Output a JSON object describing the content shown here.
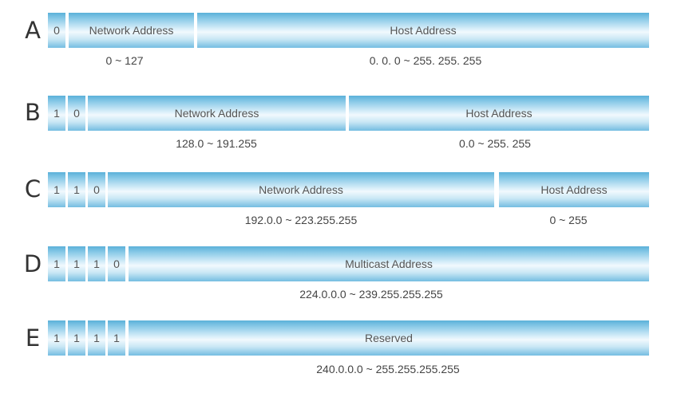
{
  "classes": [
    {
      "letter": "A",
      "segments": [
        {
          "kind": "bit",
          "label": "0"
        },
        {
          "kind": "field",
          "label": "Network Address"
        },
        {
          "kind": "field",
          "label": "Host Address"
        }
      ],
      "ranges": [
        "0 ~ 127",
        "0. 0. 0 ~ 255. 255. 255"
      ]
    },
    {
      "letter": "B",
      "segments": [
        {
          "kind": "bit",
          "label": "1"
        },
        {
          "kind": "bit",
          "label": "0"
        },
        {
          "kind": "field",
          "label": "Network Address"
        },
        {
          "kind": "field",
          "label": "Host Address"
        }
      ],
      "ranges": [
        "128.0 ~ 191.255",
        "0.0 ~ 255. 255"
      ]
    },
    {
      "letter": "C",
      "segments": [
        {
          "kind": "bit",
          "label": "1"
        },
        {
          "kind": "bit",
          "label": "1"
        },
        {
          "kind": "bit",
          "label": "0"
        },
        {
          "kind": "field",
          "label": "Network Address"
        },
        {
          "kind": "field",
          "label": "Host Address"
        }
      ],
      "ranges": [
        "192.0.0 ~ 223.255.255",
        "0 ~ 255"
      ]
    },
    {
      "letter": "D",
      "segments": [
        {
          "kind": "bit",
          "label": "1"
        },
        {
          "kind": "bit",
          "label": "1"
        },
        {
          "kind": "bit",
          "label": "1"
        },
        {
          "kind": "bit",
          "label": "0"
        },
        {
          "kind": "field",
          "label": "Multicast Address"
        }
      ],
      "ranges": [
        "224.0.0.0 ~ 239.255.255.255"
      ]
    },
    {
      "letter": "E",
      "segments": [
        {
          "kind": "bit",
          "label": "1"
        },
        {
          "kind": "bit",
          "label": "1"
        },
        {
          "kind": "bit",
          "label": "1"
        },
        {
          "kind": "bit",
          "label": "1"
        },
        {
          "kind": "field",
          "label": "Reserved"
        }
      ],
      "ranges": [
        "240.0.0.0 ~ 255.255.255.255"
      ]
    }
  ]
}
